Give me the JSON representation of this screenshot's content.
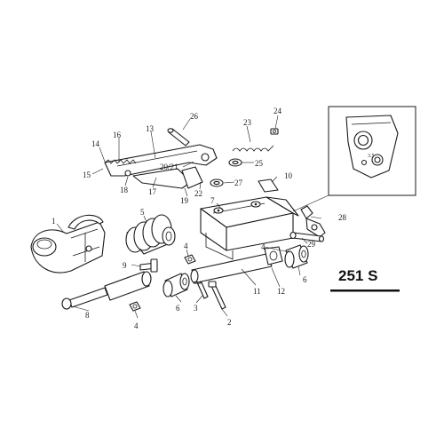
{
  "diagram": {
    "model_label": "251 S",
    "part_numbers": [
      "1",
      "2",
      "3",
      "4",
      "4",
      "4",
      "5",
      "6",
      "6",
      "7",
      "8",
      "9",
      "10",
      "11",
      "12",
      "13",
      "14",
      "15",
      "16",
      "17",
      "18",
      "19",
      "20/21",
      "22",
      "23",
      "24",
      "25",
      "26",
      "27",
      "28",
      "29"
    ],
    "inset_text": "3.5"
  }
}
